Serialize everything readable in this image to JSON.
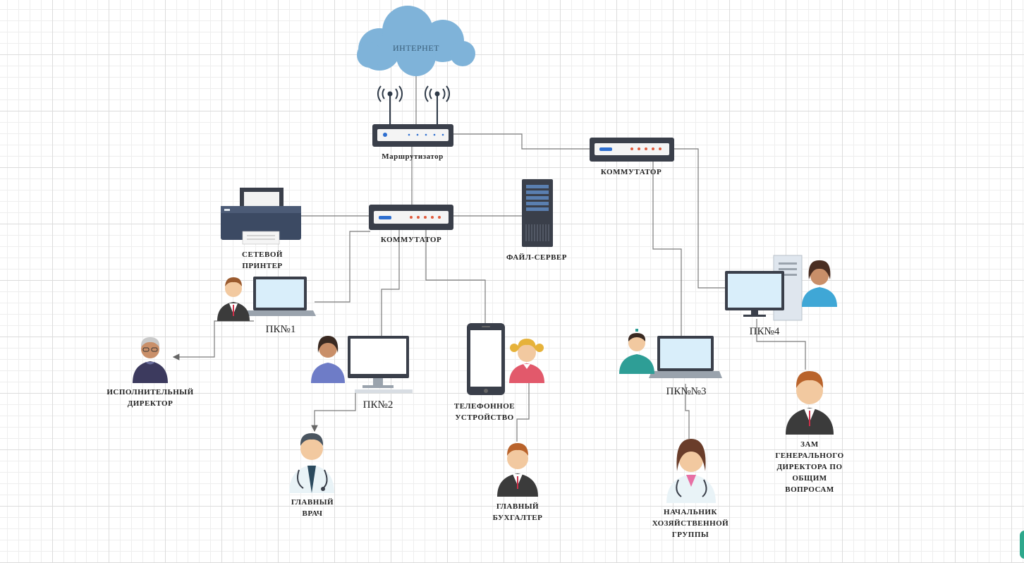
{
  "labels": {
    "internet": "ИНТЕРНЕТ",
    "router": "Маршрутизатор",
    "switch_right": "КОММУТАТОР",
    "switch_main": "КОММУТАТОР",
    "network_printer": "СЕТЕВОЙ\nПРИНТЕР",
    "file_server": "ФАЙЛ-СЕРВЕР",
    "pc1": "ПК№1",
    "pc2": "ПК№2",
    "pc3": "ПК№№3",
    "pc4": "ПК№4",
    "telephone": "ТЕЛЕФОННОЕ\nУСТРОЙСТВО",
    "exec_director": "ИСПОЛНИТЕЛЬНЫЙ\nДИРЕКТОР",
    "chief_doctor": "ГЛАВНЫЙ\nВРАЧ",
    "chief_accountant": "ГЛАВНЫЙ\nБУХГАЛТЕР",
    "head_household": "НАЧАЛЬНИК\nХОЗЯЙСТВЕННОЙ\nГРУППЫ",
    "deputy_director": "ЗАМ\nГЕНЕРАЛЬНОГО\nДИРЕКТОРА ПО\nОБЩИМ\nВОПРОСАМ"
  },
  "colors": {
    "cloud": "#7fb3d9",
    "device_dark": "#3a3f4a",
    "screen": "#d9eefa",
    "line": "#777777",
    "suit": "#3b3b3b",
    "skin": "#f2c9a0",
    "teal": "#2e9e96",
    "accent_red": "#e05a3c",
    "accent_blue": "#2e6fd0"
  },
  "icons": [
    "cloud-icon",
    "wifi-signal-icon",
    "router-icon",
    "switch-icon",
    "printer-icon",
    "server-icon",
    "laptop-icon",
    "monitor-icon",
    "smartphone-icon",
    "desktop-tower-icon",
    "businessman-icon",
    "grandmother-icon",
    "woman-icon",
    "girl-icon",
    "nurse-icon",
    "doctor-icon",
    "female-doctor-icon"
  ]
}
